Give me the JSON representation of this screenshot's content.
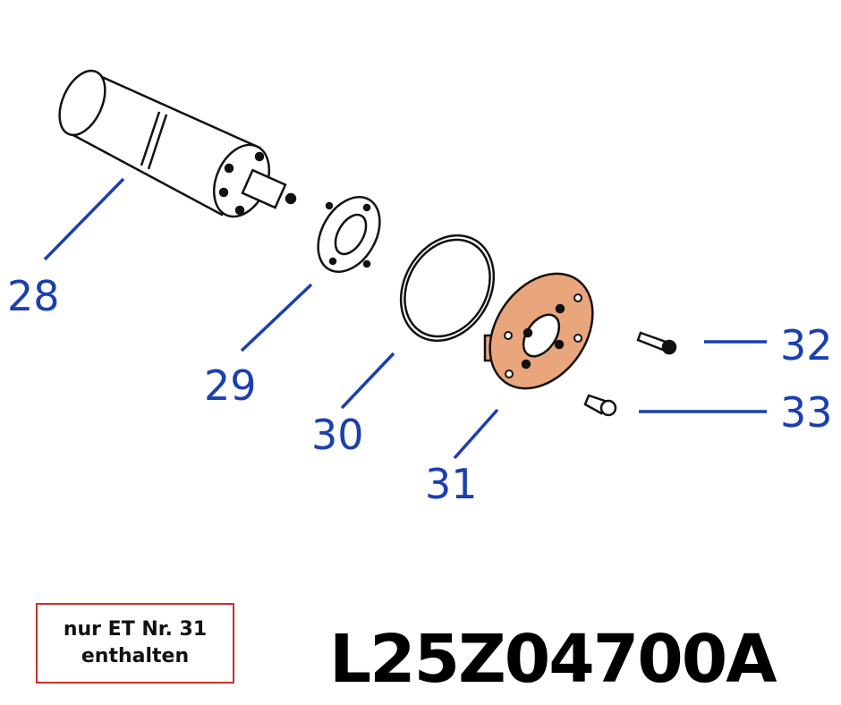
{
  "callouts": {
    "c28": "28",
    "c29": "29",
    "c30": "30",
    "c31": "31",
    "c32": "32",
    "c33": "33"
  },
  "note": {
    "line1": "nur ET Nr. 31",
    "line2": "enthalten"
  },
  "part_number": "L25Z04700A",
  "colors": {
    "callout": "#1b3fae",
    "highlight_part": "#e9a57c",
    "note_border": "#c9302c"
  }
}
